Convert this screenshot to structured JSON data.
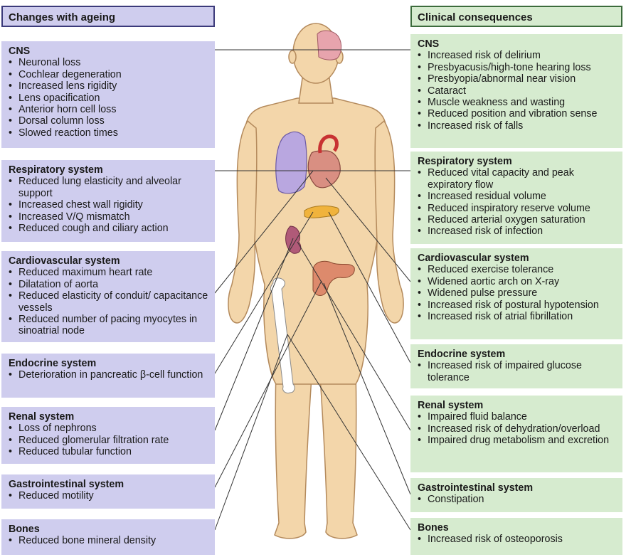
{
  "left": {
    "header": "Changes with ageing",
    "sections": [
      {
        "title": "CNS",
        "items": [
          "Neuronal loss",
          "Cochlear degeneration",
          "Increased lens rigidity",
          "Lens opacification",
          "Anterior horn cell loss",
          "Dorsal column loss",
          "Slowed reaction times"
        ]
      },
      {
        "title": "Respiratory system",
        "items": [
          "Reduced lung elasticity and alveolar support",
          "Increased chest wall rigidity",
          "Increased V/Q mismatch",
          "Reduced cough and ciliary action"
        ]
      },
      {
        "title": "Cardiovascular system",
        "items": [
          "Reduced maximum heart rate",
          "Dilatation of aorta",
          "Reduced elasticity of conduit/ capacitance vessels",
          "Reduced number of pacing myocytes in sinoatrial node"
        ]
      },
      {
        "title": "Endocrine system",
        "items": [
          "Deterioration in pancreatic β-cell function"
        ]
      },
      {
        "title": "Renal system",
        "items": [
          "Loss of nephrons",
          "Reduced glomerular filtration rate",
          "Reduced tubular function"
        ]
      },
      {
        "title": "Gastrointestinal system",
        "items": [
          "Reduced motility"
        ]
      },
      {
        "title": "Bones",
        "items": [
          "Reduced bone mineral density"
        ]
      }
    ]
  },
  "right": {
    "header": "Clinical consequences",
    "sections": [
      {
        "title": "CNS",
        "items": [
          "Increased risk of delirium",
          "Presbyacusis/high-tone hearing loss",
          "Presbyopia/abnormal near vision",
          "Cataract",
          "Muscle weakness and wasting",
          "Reduced position and vibration sense",
          "Increased risk of falls"
        ]
      },
      {
        "title": "Respiratory system",
        "items": [
          "Reduced vital capacity and peak expiratory flow",
          "Increased residual volume",
          "Reduced inspiratory reserve volume",
          "Reduced arterial oxygen saturation",
          "Increased risk of infection"
        ]
      },
      {
        "title": "Cardiovascular system",
        "items": [
          "Reduced exercise tolerance",
          "Widened aortic arch on X-ray",
          "Widened pulse pressure",
          "Increased risk of postural hypotension",
          "Increased risk of atrial fibrillation"
        ]
      },
      {
        "title": "Endocrine system",
        "items": [
          "Increased risk of impaired glucose tolerance"
        ]
      },
      {
        "title": "Renal system",
        "items": [
          "Impaired fluid balance",
          "Increased risk of dehydration/overload",
          "Impaired drug metabolism and excretion"
        ]
      },
      {
        "title": "Gastrointestinal system",
        "items": [
          "Constipation"
        ]
      },
      {
        "title": "Bones",
        "items": [
          "Increased risk of osteoporosis"
        ]
      }
    ]
  },
  "colors": {
    "left_box": "#cfcdee",
    "right_box": "#d6ebcf",
    "skin": "#f3d6aa",
    "skin_outline": "#b48a5c",
    "connector": "#333333"
  }
}
